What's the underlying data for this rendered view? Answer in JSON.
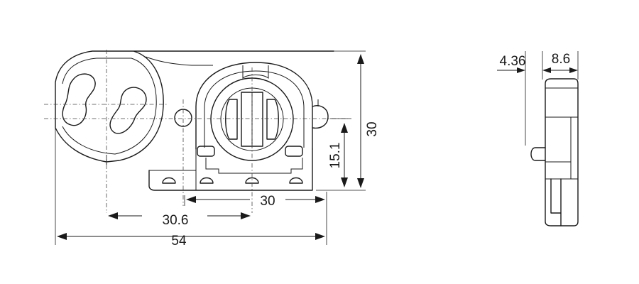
{
  "dimensions": {
    "overall_width": "54",
    "center_offset": "30.6",
    "socket_width": "30",
    "socket_height": "15.1",
    "overall_height": "30",
    "side_offset": "4.36",
    "side_thickness": "8.6"
  }
}
